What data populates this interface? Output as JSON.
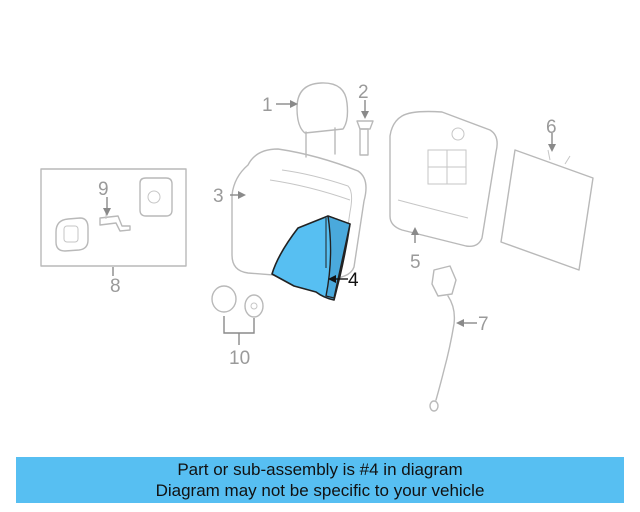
{
  "diagram": {
    "callouts": {
      "c1": "1",
      "c2": "2",
      "c3": "3",
      "c4": "4",
      "c5": "5",
      "c6": "6",
      "c7": "7",
      "c8": "8",
      "c9": "9",
      "c10": "10"
    },
    "highlight_color": "#57bff2",
    "line_color": "#b9b9b9"
  },
  "banner": {
    "line1": "Part or sub-assembly is #4 in diagram",
    "line2": "Diagram may not be specific to your vehicle",
    "background": "#57bff2"
  }
}
